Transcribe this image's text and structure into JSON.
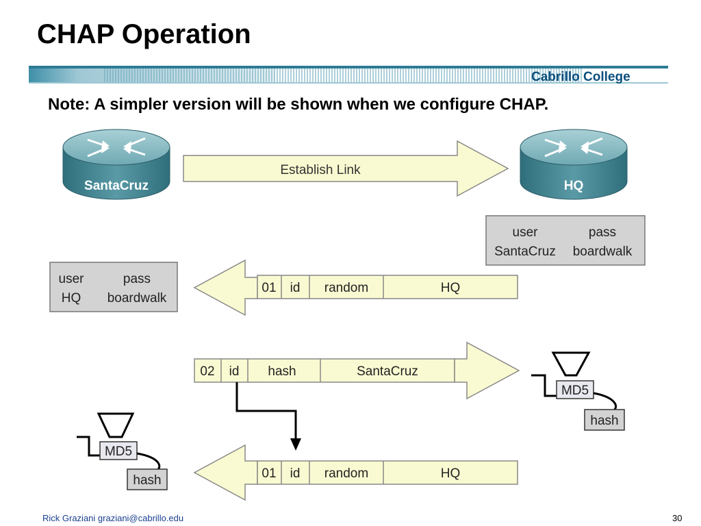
{
  "slide": {
    "title": "CHAP Operation",
    "institution": "Cabrillo College",
    "note": "Note: A simpler version will be shown when we configure CHAP."
  },
  "routers": {
    "left": "SantaCruz",
    "right": "HQ"
  },
  "establish_label": "Establish Link",
  "credentials_hq": {
    "header_user": "user",
    "header_pass": "pass",
    "user": "SantaCruz",
    "pass": "boardwalk"
  },
  "credentials_santacruz": {
    "header_user": "user",
    "header_pass": "pass",
    "user": "HQ",
    "pass": "boardwalk"
  },
  "packets": {
    "challenge": {
      "code": "01",
      "id": "id",
      "data": "random",
      "name": "HQ"
    },
    "response": {
      "code": "02",
      "id": "id",
      "data": "hash",
      "name": "SantaCruz"
    },
    "challenge_copy": {
      "code": "01",
      "id": "id",
      "data": "random",
      "name": "HQ"
    }
  },
  "md5_right": {
    "label": "MD5",
    "output": "hash"
  },
  "md5_left": {
    "label": "MD5",
    "output": "hash"
  },
  "footer": {
    "author": "Rick Graziani  graziani@cabrillo.edu",
    "page": "30"
  },
  "colors": {
    "arrow_fill": "#fafad2",
    "box_gray": "#d3d3d3",
    "title_blue": "#0b4f7e",
    "router_teal": "#4a8a96"
  }
}
